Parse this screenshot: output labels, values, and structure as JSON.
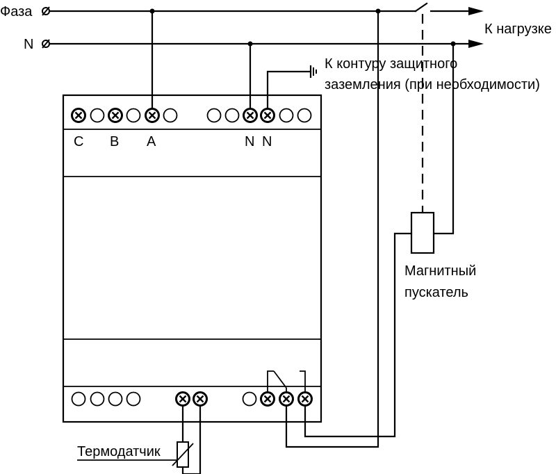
{
  "labels": {
    "phase": "Фаза",
    "neutral": "N",
    "to_load": "К нагрузке",
    "ground_line1": "К контуру защитного",
    "ground_line2": "заземления (при необходимости)",
    "terminal_c": "C",
    "terminal_b": "B",
    "terminal_a": "A",
    "terminal_n1": "N",
    "terminal_n2": "N",
    "starter_line1": "Магнитный",
    "starter_line2": "пускатель",
    "thermo": "Термодатчик"
  }
}
